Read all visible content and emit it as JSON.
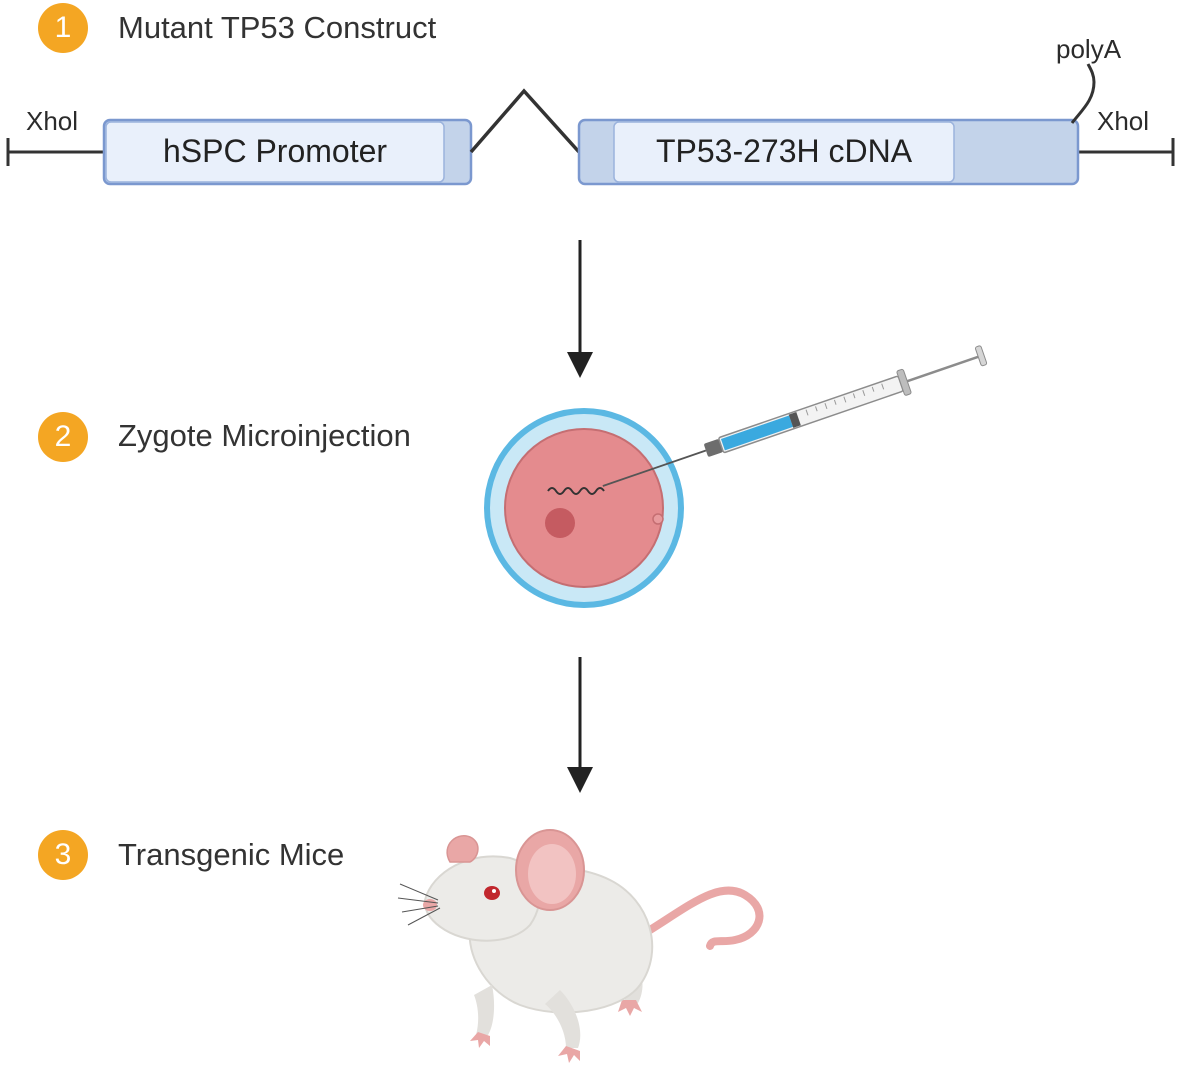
{
  "steps": [
    {
      "number": "1",
      "title": "Mutant TP53 Construct"
    },
    {
      "number": "2",
      "title": "Zygote Microinjection"
    },
    {
      "number": "3",
      "title": "Transgenic Mice"
    }
  ],
  "construct": {
    "left_site": "Xhol",
    "right_site": "Xhol",
    "polya": "polyA",
    "promoter": "hSPC Promoter",
    "cdna": "TP53-273H cDNA"
  },
  "colors": {
    "badge": "#f4a623",
    "box_fill": "#e9f0fb",
    "box_dark": "#c3d3ea",
    "box_border": "#7b98cf",
    "zona": "#5bb8e3",
    "cytoplasm": "#e48b8e",
    "nucleus": "#c55b61",
    "syringe_liquid": "#3aa9df",
    "mouse_body": "#ecebe8",
    "mouse_pink": "#e9a7a6",
    "mouse_eye": "#c1272d"
  }
}
